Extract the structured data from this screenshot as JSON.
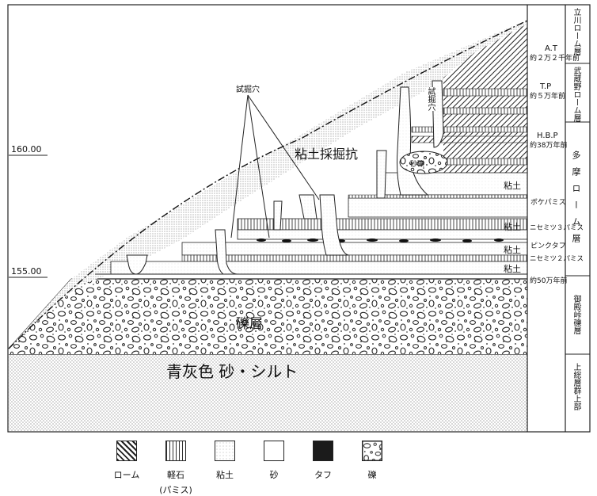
{
  "elevations": {
    "upper": "160.00",
    "lower": "155.00"
  },
  "formations": {
    "tachikawa": "立川ローム層",
    "musashino": "武蔵野ローム層",
    "tama": "多摩ローム層",
    "gotenba": "御殿峠礫層",
    "kazusa": "上総層群上部"
  },
  "markers": {
    "at": "A.T",
    "at_age": "約２万２千年前",
    "tp": "T.P",
    "tp_age": "約５万年前",
    "hbp": "H.B.P",
    "hbp_age": "約38万年前",
    "bokepumice": "ボケパミス",
    "nisemitsu3": "ニセミツ３パミス",
    "pinktuff": "ピンクタフ",
    "nisemitsu2": "ニセミツ２パミス",
    "age50": "約50万年前"
  },
  "clay_labels": [
    "粘土",
    "粘土",
    "粘土",
    "粘土"
  ],
  "annotations": {
    "test_pit_left": "試掘穴",
    "test_pit_right": "試掘穴",
    "clay_pit": "粘土採掘抗",
    "gravel_small": "砂礫",
    "gravel_layer": "礫層",
    "bottom_layer": "青灰色 砂・シルト"
  },
  "legend": [
    {
      "label": "ローム",
      "sub": "",
      "pattern": "loam"
    },
    {
      "label": "軽石",
      "sub": "(パミス)",
      "pattern": "pumice"
    },
    {
      "label": "粘土",
      "sub": "",
      "pattern": "clay"
    },
    {
      "label": "砂",
      "sub": "",
      "pattern": "sand"
    },
    {
      "label": "タフ",
      "sub": "",
      "pattern": "tuff"
    },
    {
      "label": "礫",
      "sub": "",
      "pattern": "gravel"
    }
  ]
}
